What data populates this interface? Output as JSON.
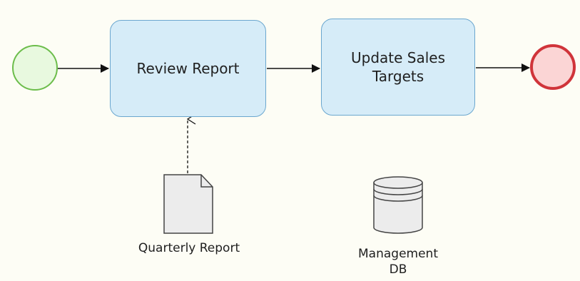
{
  "diagram": {
    "tasks": {
      "review_report": "Review Report",
      "update_sales_targets": "Update Sales\nTargets"
    },
    "artifacts": {
      "quarterly_report": "Quarterly Report",
      "management_db": "Management\nDB"
    },
    "colors": {
      "background": "#fdfdf5",
      "task_fill": "#d6ecf8",
      "task_border": "#6ba7cf",
      "start_event_fill": "#e8f9df",
      "start_event_stroke": "#6cbd4b",
      "end_event_fill": "#fbd5d5",
      "end_event_stroke": "#d0343a",
      "artifact_fill": "#ececec",
      "artifact_stroke": "#444444",
      "connector": "#111111"
    },
    "icons": [
      "document-icon",
      "database-icon"
    ]
  }
}
